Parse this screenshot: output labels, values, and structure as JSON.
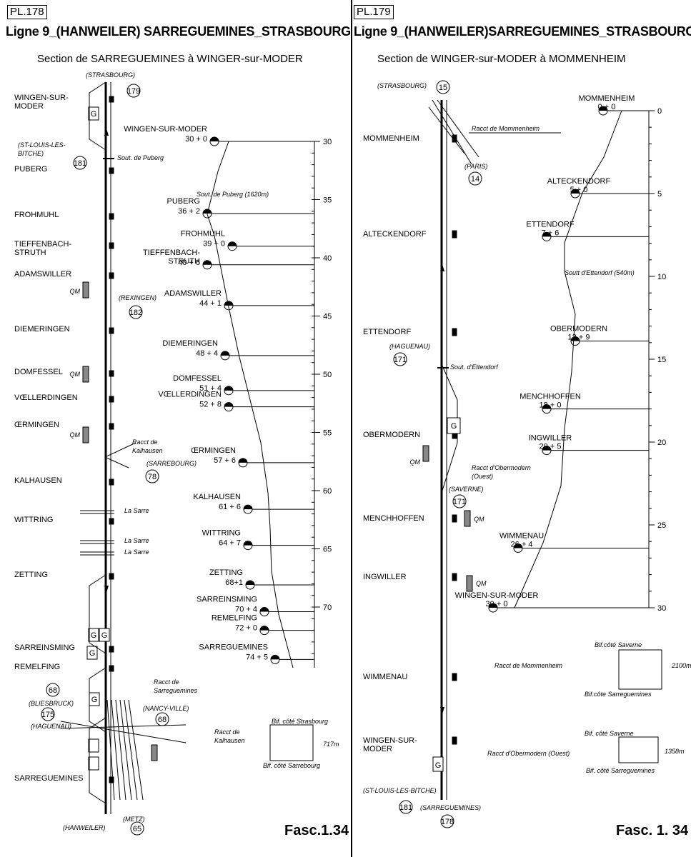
{
  "left": {
    "plate": "PL.178",
    "title": "Ligne 9_(HANWEILER) SARREGUEMINES_STRASBOURG",
    "section": "Section de SARREGUEMINES à WINGER-sur-MODER",
    "fasc": "Fasc.1.34",
    "stations": [
      "WINGEN-SUR-\nMODER",
      "PUBERG",
      "FROHMUHL",
      "TIEFFENBACH-\nSTRUTH",
      "ADAMSWILLER",
      "DIEMERINGEN",
      "DOMFESSEL",
      "VŒLLERDINGEN",
      "ŒRMINGEN",
      "KALHAUSEN",
      "WITTRING",
      "ZETTING",
      "SARREINSMING",
      "REMELFING",
      "SARREGUEMINES"
    ],
    "profile": [
      {
        "name": "WINGEN-SUR-MODER",
        "km": "30 + 0"
      },
      {
        "name": "PUBERG",
        "km": "36 + 2"
      },
      {
        "name": "FROHMUHL",
        "km": "39 + 0"
      },
      {
        "name": "TIEFFENBACH-\nSTRUTH",
        "km": "40 + 6"
      },
      {
        "name": "ADAMSWILLER",
        "km": "44 + 1"
      },
      {
        "name": "DIEMERINGEN",
        "km": "48 + 4"
      },
      {
        "name": "DOMFESSEL",
        "km": "51 + 4"
      },
      {
        "name": "VŒLLERDINGEN",
        "km": "52 + 8"
      },
      {
        "name": "ŒRMINGEN",
        "km": "57 + 6"
      },
      {
        "name": "KALHAUSEN",
        "km": "61 + 6"
      },
      {
        "name": "WITTRING",
        "km": "64 + 7"
      },
      {
        "name": "ZETTING",
        "km": "68+1"
      },
      {
        "name": "SARREINSMING",
        "km": "70 + 4"
      },
      {
        "name": "REMELFING",
        "km": "72 + 0"
      },
      {
        "name": "SARREGUEMINES",
        "km": "74 + 5"
      }
    ],
    "scale": [
      "30",
      "35",
      "40",
      "45",
      "50",
      "55",
      "60",
      "65",
      "70"
    ],
    "notes": {
      "strasbourg": "(STRASBOURG)",
      "n179": "179",
      "stlouis": "(ST-LOUIS-LES-\nBITCHE)",
      "n181": "181",
      "soutPuberg": "Sout. de Puberg",
      "soutPuberg2": "Sout. de Puberg (1620m)",
      "rexingen": "(REXINGEN)",
      "n182": "182",
      "racctKal": "Racct de\nKalhausen",
      "sarrebourg": "(SARREBOURG)",
      "n78": "78",
      "sarre": "La Sarre",
      "racctSarreg": "Racct de\nSarreguemines",
      "n68": "68",
      "bliesbruck": "(BLIESBRUCK)",
      "n175": "175",
      "haguenau": "(HAGUENAU)",
      "nancy": "(NANCY-VILLE)",
      "metz": "(METZ)",
      "hanweiler": "(HANWEILER)",
      "n65": "65",
      "inset": "Racct de\nKalhausen",
      "bifStras": "Bif. côté Strasbourg",
      "bifSarreb": "Bif. côté Sarrebourg",
      "len": "717m"
    }
  },
  "right": {
    "plate": "PL.179",
    "title": "Ligne 9_(HANWEILER)SARREGUEMINES_STRASBOURG",
    "section": "Section de WINGER-sur-MODER à MOMMENHEIM",
    "fasc": "Fasc. 1. 34",
    "stations": [
      "MOMMENHEIM",
      "ALTECKENDORF",
      "ETTENDORF",
      "OBERMODERN",
      "MENCHHOFFEN",
      "INGWILLER",
      "WIMMENAU",
      "WINGEN-SUR-\nMODER"
    ],
    "profile": [
      {
        "name": "MOMMENHEIM",
        "km": "0 + 0"
      },
      {
        "name": "ALTECKENDORF",
        "km": "5 + 0"
      },
      {
        "name": "ETTENDORF",
        "km": "7 + 6"
      },
      {
        "name": "OBERMODERN",
        "km": "13 + 9"
      },
      {
        "name": "MENCHHOFFEN",
        "km": "18 + 0"
      },
      {
        "name": "INGWILLER",
        "km": "20 + 5"
      },
      {
        "name": "WIMMENAU",
        "km": "26 + 4"
      },
      {
        "name": "WINGEN-SUR-MODER",
        "km": "30 + 0"
      }
    ],
    "scale": [
      "0",
      "5",
      "10",
      "15",
      "20",
      "25",
      "30"
    ],
    "notes": {
      "strasbourg": "(STRASBOURG)",
      "n15": "15",
      "racctMom": "Racct de Mommenheim",
      "paris": "(PARIS)",
      "n14": "14",
      "haguenau": "(HAGUENAU)",
      "n171": "171",
      "soutEtt": "Sout. d'Ettendorf",
      "soutEtt2": "Soutt d'Ettendorf (540m)",
      "racctOber": "Racct d'Obermodern\n(Ouest)",
      "saverne": "(SAVERNE)",
      "stlouis": "(ST-LOUIS-LES-BITCHE)",
      "n181": "181",
      "sarreg": "(SARREGUEMINES)",
      "n178": "178",
      "inset1": "Racct de Mommenheim",
      "bifSav1": "Bif.côté Saverne",
      "bifSarg1": "Bif.côte Sarreguemines",
      "len1": "2100m",
      "inset2": "Racct d'Obermodern (Ouest)",
      "bifSav2": "Bif. côté Saverne",
      "bifSarg2": "Bif. côté Sarreguemines",
      "len2": "1358m"
    }
  }
}
